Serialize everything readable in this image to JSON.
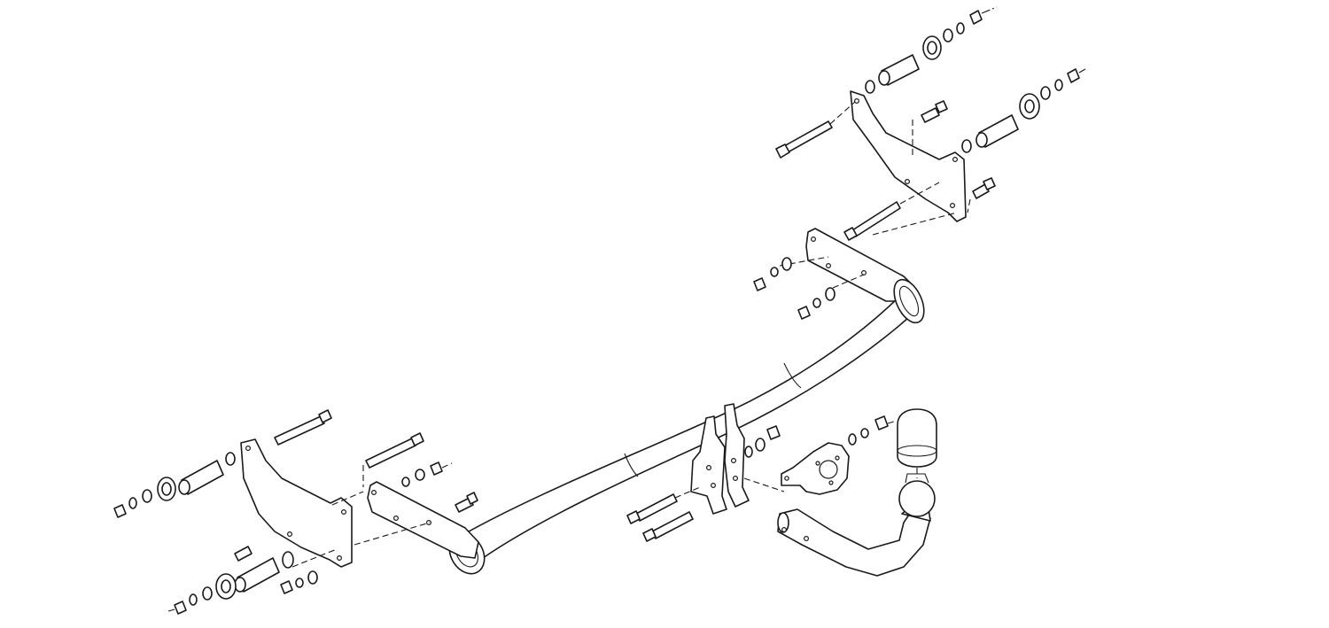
{
  "diagram": {
    "background": "#ffffff",
    "line_color": "#1a1a1a",
    "parts": [
      {
        "id": "crossbar",
        "name": "crossbar-tube"
      },
      {
        "id": "left-side-plate",
        "name": "left-mounting-plate"
      },
      {
        "id": "left-outer-bracket",
        "name": "left-outer-bracket"
      },
      {
        "id": "right-side-plate",
        "name": "right-mounting-plate"
      },
      {
        "id": "right-outer-bracket",
        "name": "right-outer-bracket"
      },
      {
        "id": "center-brackets",
        "name": "center-ball-mount-brackets"
      },
      {
        "id": "socket-plate",
        "name": "electrical-socket-plate"
      },
      {
        "id": "tow-ball-neck",
        "name": "detachable-tow-ball-neck"
      },
      {
        "id": "ball-cover",
        "name": "tow-ball-cover-cap"
      },
      {
        "id": "hardware",
        "name": "bolts-nuts-washers-spacers"
      }
    ]
  }
}
